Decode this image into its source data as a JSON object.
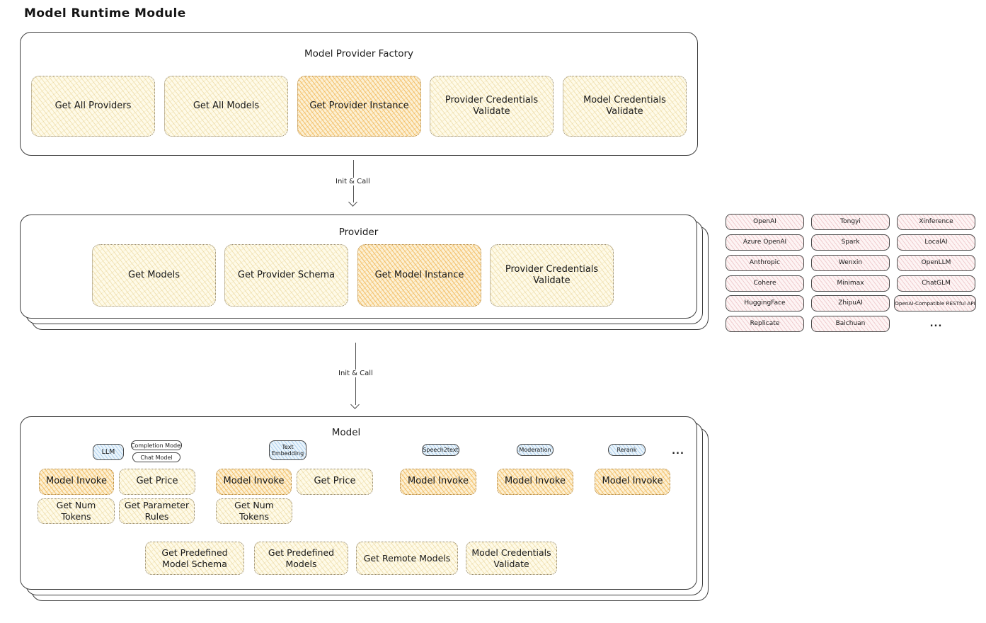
{
  "title": "Model Runtime Module",
  "colors": {
    "cream_fill": "#FEFAE8",
    "cream_hatch": "#E6CE89",
    "highlight_fill": "#FCF0D4",
    "highlight_hatch": "#F2B756",
    "pink_fill": "#FDF4F4",
    "pink_hatch": "#DE949C",
    "blue_fill": "#EAF4FB",
    "blue_hatch": "#76AEE0",
    "panel_border": "#3D3D3D"
  },
  "factory": {
    "title": "Model Provider Factory",
    "boxes": [
      "Get All Providers",
      "Get All Models",
      "Get Provider Instance",
      "Provider Credentials Validate",
      "Model Credentials Validate"
    ]
  },
  "arrow1": {
    "label": "Init & Call"
  },
  "arrow2": {
    "label": "Init & Call"
  },
  "provider": {
    "title": "Provider",
    "boxes": [
      "Get Models",
      "Get Provider Schema",
      "Get Model Instance",
      "Provider Credentials Validate"
    ]
  },
  "provider_grid": {
    "items": [
      "OpenAI",
      "Tongyi",
      "Xinference",
      "Azure OpenAI",
      "Spark",
      "LocalAI",
      "Anthropic",
      "Wenxin",
      "OpenLLM",
      "Cohere",
      "Minimax",
      "ChatGLM",
      "HuggingFace",
      "ZhipuAI",
      "OpenAI-Compatible RESTful API",
      "Replicate",
      "Baichuan"
    ],
    "ellipsis": "..."
  },
  "model": {
    "title": "Model",
    "tabs": {
      "llm": "LLM",
      "completion": "Completion Model",
      "chat": "Chat Model",
      "text_embedding": "Text Embedding",
      "speech2text": "Speech2text",
      "moderation": "Moderation",
      "rerank": "Rerank",
      "ellipsis": "..."
    },
    "llm_ops": [
      "Model Invoke",
      "Get Price",
      "Get Num Tokens",
      "Get Parameter Rules"
    ],
    "te_ops": [
      "Model Invoke",
      "Get Price",
      "Get Num Tokens"
    ],
    "speech_ops": [
      "Model Invoke"
    ],
    "moderation_ops": [
      "Model Invoke"
    ],
    "rerank_ops": [
      "Model Invoke"
    ],
    "common_ops": [
      "Get Predefined Model Schema",
      "Get Predefined Models",
      "Get Remote Models",
      "Model Credentials Validate"
    ]
  }
}
